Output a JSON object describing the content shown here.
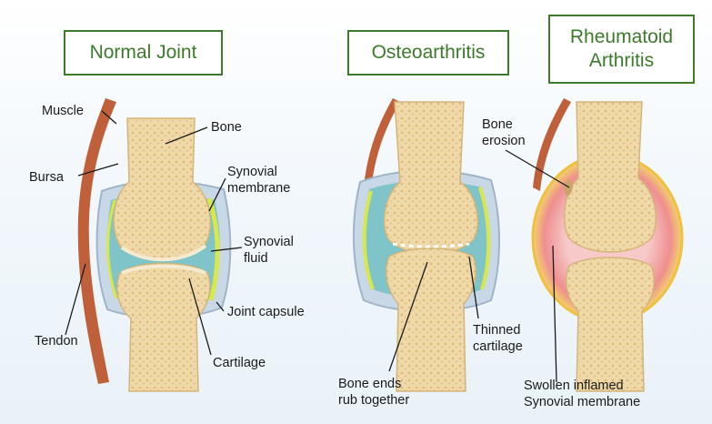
{
  "titles": {
    "normal": "Normal Joint",
    "osteo": "Osteoarthritis",
    "rheum_line1": "Rheumatoid",
    "rheum_line2": "Arthritis"
  },
  "labels": {
    "muscle": "Muscle",
    "bursa": "Bursa",
    "tendon": "Tendon",
    "bone": "Bone",
    "synovial_membrane_1": "Synovial",
    "synovial_membrane_2": "membrane",
    "synovial_fluid_1": "Synovial",
    "synovial_fluid_2": "fluid",
    "joint_capsule": "Joint capsule",
    "cartilage": "Cartilage",
    "bone_ends_1": "Bone ends",
    "bone_ends_2": "rub together",
    "thinned_1": "Thinned",
    "thinned_2": "cartilage",
    "bone_erosion_1": "Bone",
    "bone_erosion_2": "erosion",
    "swollen_1": "Swollen inflamed",
    "swollen_2": "Synovial membrane"
  },
  "colors": {
    "title_border": "#3d7a2b",
    "bone": "#f0d9a8",
    "bone_spongy": "#e4c48a",
    "synovial_fluid": "#7fc4c8",
    "membrane": "#d8e84a",
    "capsule": "#c9d8e6",
    "muscle": "#c0603a",
    "inflamed": "#f2a6a6"
  }
}
